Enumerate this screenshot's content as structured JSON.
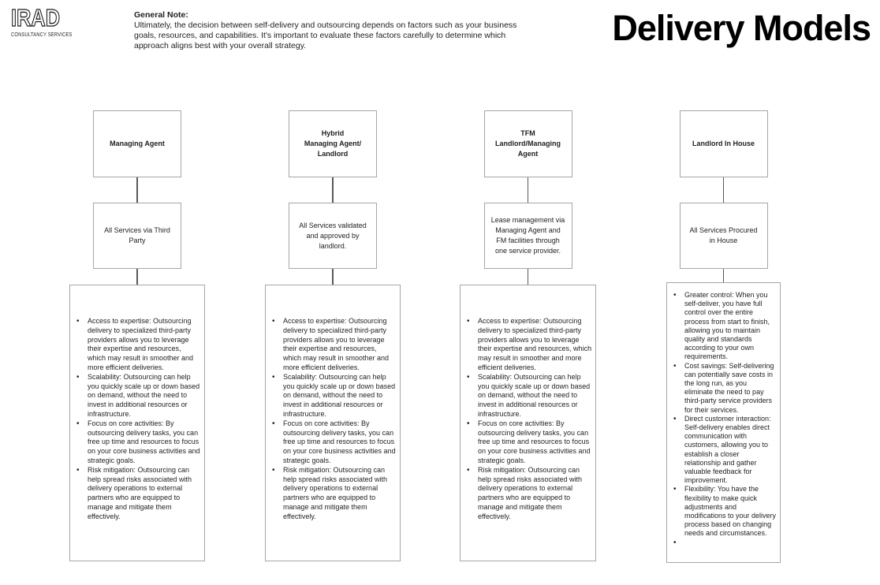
{
  "logo": {
    "brand": "IRAD",
    "tagline": "CONSULTANCY SERVICES"
  },
  "note": {
    "heading": "General Note:",
    "body": "Ultimately, the decision between self-delivery and outsourcing depends on factors such as your business goals, resources, and capabilities. It's important to evaluate these factors carefully to determine which approach aligns best with your overall strategy."
  },
  "title": "Delivery Models",
  "colors": {
    "box_border": "#a6a6a6",
    "connector_line": "#595959",
    "text": "#1f1f1f",
    "background": "#ffffff"
  },
  "columns": [
    {
      "header": "Managing Agent",
      "middle": "All Services via Third Party",
      "bullets": [
        "Access to expertise: Outsourcing delivery to specialized third-party providers allows you to leverage their expertise and resources, which may result in smoother and more efficient deliveries.",
        "Scalability: Outsourcing can help you quickly scale up or down based on demand, without the need to invest in additional resources or infrastructure.",
        "Focus on core activities: By outsourcing delivery tasks, you can free up time and resources to focus on your core business activities and strategic goals.",
        "Risk mitigation: Outsourcing can help spread risks associated with delivery operations to external partners who are equipped to manage and mitigate them effectively."
      ]
    },
    {
      "header": "Hybrid\nManaging Agent/\nLandlord",
      "middle": "All Services validated and approved by landlord.",
      "bullets": [
        "Access to expertise: Outsourcing delivery to specialized third-party providers allows you to leverage their expertise and resources, which may result in smoother and more efficient deliveries.",
        "Scalability: Outsourcing can help you quickly scale up or down based on demand, without the need to invest in additional resources or infrastructure.",
        "Focus on core activities: By outsourcing delivery tasks, you can free up time and resources to focus on your core business activities and strategic goals.",
        "Risk mitigation: Outsourcing can help spread risks associated with delivery operations to external partners who are equipped to manage and mitigate them effectively."
      ]
    },
    {
      "header": "TFM\nLandlord/Managing\nAgent",
      "middle": "Lease management via Managing Agent and FM facilities through one service provider.",
      "bullets": [
        "Access to expertise: Outsourcing delivery to specialized third-party providers allows you to leverage their expertise and resources, which may result in smoother and more efficient deliveries.",
        "Scalability: Outsourcing can help you quickly scale up or down based on demand, without the need to invest in additional resources or infrastructure.",
        "Focus on core activities: By outsourcing delivery tasks, you can free up time and resources to focus on your core business activities and strategic goals.",
        "Risk mitigation: Outsourcing can help spread risks associated with delivery operations to external partners who are equipped to manage and mitigate them effectively."
      ]
    },
    {
      "header": "Landlord In House",
      "middle": "All Services Procured in House",
      "bullets": [
        "Greater control: When you self-deliver, you have full control over the entire process from start to finish, allowing you to maintain quality and standards according to your own requirements.",
        "Cost savings: Self-delivering can potentially save costs in the long run, as you eliminate the need to pay third-party service providers for their services.",
        "Direct customer interaction: Self-delivery enables direct communication with customers, allowing you to establish a closer relationship and gather valuable feedback for improvement.",
        "Flexibility: You have the flexibility to make quick adjustments and modifications to your delivery process based on changing needs and circumstances.",
        ""
      ]
    }
  ]
}
